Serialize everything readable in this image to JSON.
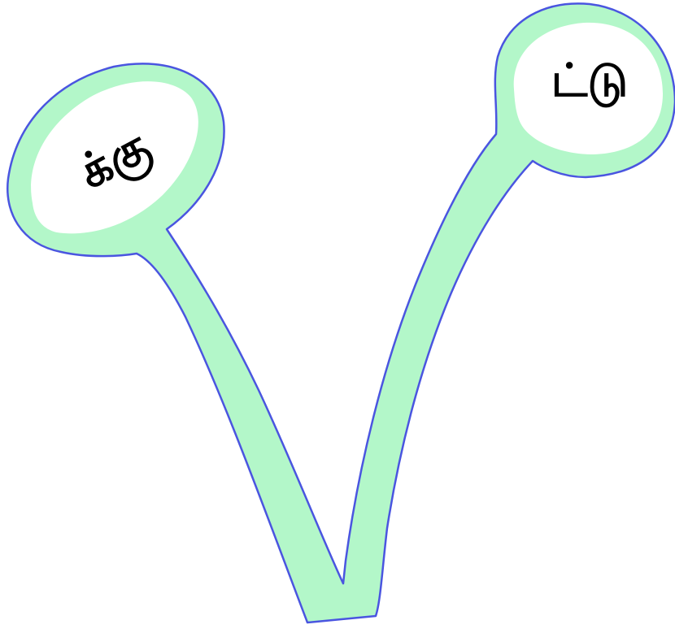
{
  "colors": {
    "background": "#ffffff",
    "shape_fill": "#b3f7c9",
    "shape_outline": "#4a55e0",
    "bubble_inner": "#ffffff",
    "text": "#000000"
  },
  "left_bubble": {
    "label": "க்கு",
    "rotation_deg": -28
  },
  "right_bubble": {
    "label": "ட்டு",
    "rotation_deg": 0
  }
}
